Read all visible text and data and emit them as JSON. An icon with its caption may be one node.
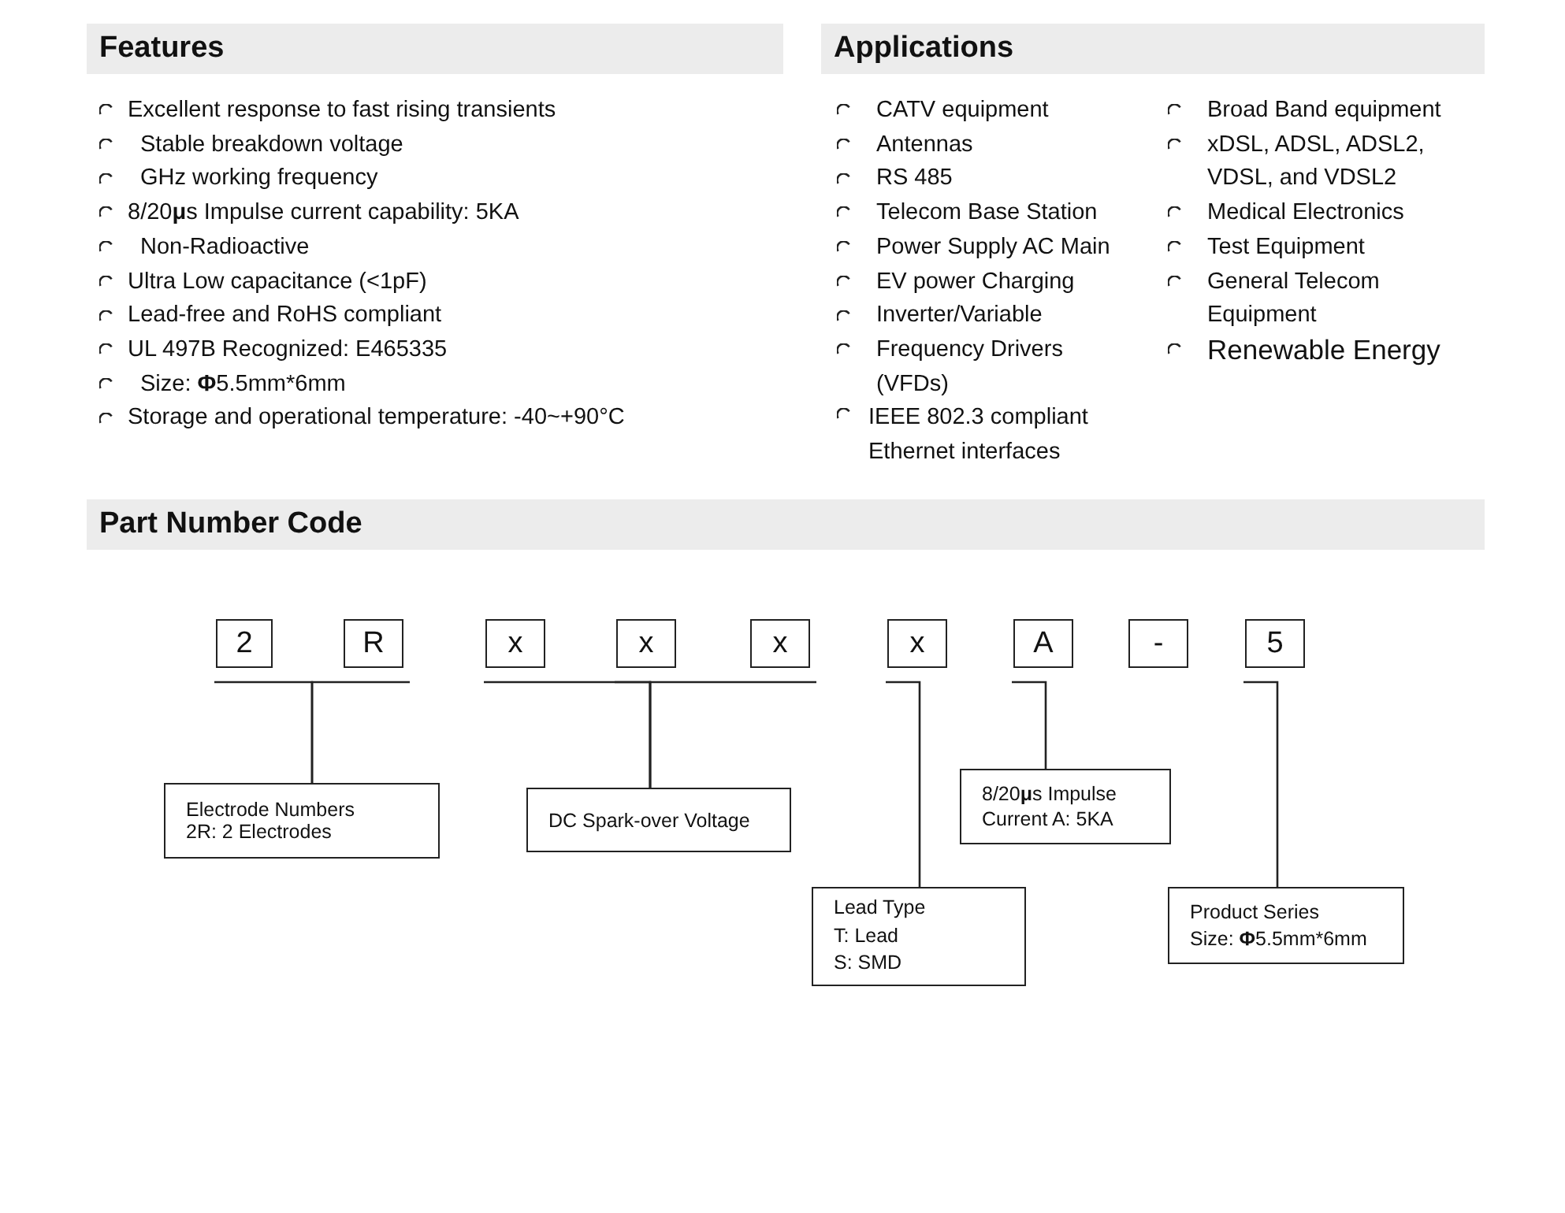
{
  "diagram": {
    "nodes": [
      {
        "text": [
          "Features"
        ]
      },
      {
        "text": [
          "Applications"
        ]
      },
      {
        "text": [
          "Part Number Code"
        ]
      },
      {
        "text": [
          "2"
        ]
      },
      {
        "text": [
          "R"
        ]
      },
      {
        "text": [
          "x"
        ]
      },
      {
        "text": [
          "x"
        ]
      },
      {
        "text": [
          "x"
        ]
      },
      {
        "text": [
          "x"
        ]
      },
      {
        "text": [
          "A"
        ]
      },
      {
        "text": [
          "-"
        ]
      },
      {
        "text": [
          "5"
        ]
      },
      {
        "text": [
          "Electrode Numbers",
          "2R: 2 Electrodes"
        ]
      },
      {
        "text": [
          "DC Spark-over Voltage"
        ]
      },
      {
        "text": [
          "Lead Type",
          "T: Lead",
          "S: SMD"
        ]
      },
      {
        "text": [
          "8/20**μ**s Impulse",
          "Current A: 5KA"
        ]
      },
      {
        "text": [
          "Product Series",
          "Size: **Φ**5.5mm*6mm"
        ]
      }
    ],
    "edges": [
      {
        "from": 3,
        "to": 12,
        "arrow": "none"
      },
      {
        "from": 4,
        "to": 12,
        "arrow": "none"
      },
      {
        "from": 5,
        "to": 13,
        "arrow": "none"
      },
      {
        "from": 6,
        "to": 13,
        "arrow": "none"
      },
      {
        "from": 7,
        "to": 13,
        "arrow": "none"
      },
      {
        "from": 8,
        "to": 14,
        "arrow": "none"
      },
      {
        "from": 9,
        "to": 15,
        "arrow": "none"
      },
      {
        "from": 11,
        "to": 16,
        "arrow": "none"
      }
    ],
    "labels": [
      "Excellent response to fast rising transients",
      "Stable breakdown voltage",
      "GHz working frequency",
      "8/20**μ**s Impulse current capability: 5KA",
      "Non-Radioactive",
      "Ultra Low capacitance (<1pF)",
      "Lead-free and RoHS compliant",
      "UL 497B Recognized: E465335",
      "Size: **Φ**5.5mm*6mm",
      "Storage and operational temperature: -40~+90°C",
      "CATV equipment",
      "Antennas",
      "RS 485",
      "Telecom Base Station",
      "Power Supply AC Main",
      "EV power Charging",
      "Inverter/Variable",
      "Frequency Drivers (VFDs)",
      "IEEE 802.3 compliant Ethernet interfaces",
      "Broad Band equipment",
      "xDSL, ADSL, ADSL2, VDSL, and VDSL2",
      "Medical Electronics",
      "Test Equipment",
      "General Telecom Equipment",
      "Renewable Energy"
    ]
  }
}
